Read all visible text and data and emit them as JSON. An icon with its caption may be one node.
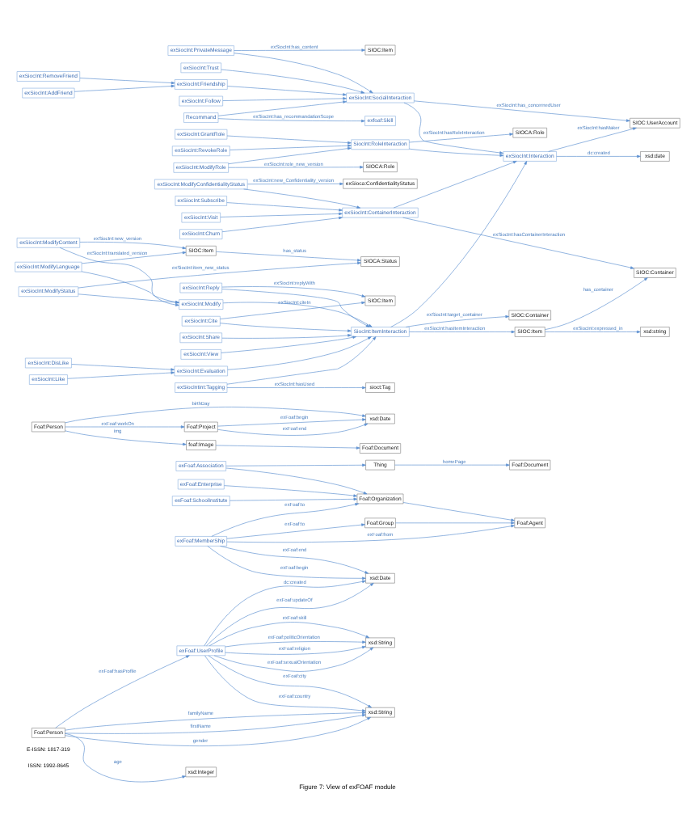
{
  "diagram": {
    "caption": "Figure 7: View of exFOAF module",
    "nodes": [
      {
        "text": [
          "exFoaf:SchoolInstitute"
        ]
      },
      {
        "text": [
          "exFoaf:Enterprise"
        ]
      },
      {
        "text": [
          "exFoaf:Association"
        ]
      },
      {
        "text": [
          "Thing"
        ]
      },
      {
        "text": [
          "xsd:Date"
        ]
      },
      {
        "text": [
          "Foaf:Agent"
        ]
      },
      {
        "text": [
          "Foaf:Organization"
        ]
      },
      {
        "text": [
          "exFoaf:MemberShip"
        ]
      },
      {
        "text": [
          "Foaf:Document"
        ]
      },
      {
        "text": [
          "Foaf:Group"
        ]
      },
      {
        "text": [
          "exFoaf:UserProfile"
        ]
      },
      {
        "text": [
          "Foaf:Person"
        ]
      },
      {
        "text": [
          "Foaf:Project"
        ]
      },
      {
        "text": [
          "Foaf:Person"
        ]
      },
      {
        "text": [
          "foaf:Image"
        ]
      },
      {
        "text": [
          "xsd:Date"
        ]
      },
      {
        "text": [
          "xsd:Integer"
        ]
      },
      {
        "text": [
          "Foaf:Document"
        ]
      },
      {
        "text": [
          "xsd:String"
        ]
      },
      {
        "text": [
          "xsd:String"
        ]
      },
      {
        "text": [
          "SIOC:UserAccount"
        ]
      },
      {
        "text": [
          "xsd:string"
        ]
      },
      {
        "text": [
          "SIOCA:Role"
        ]
      },
      {
        "text": [
          "xsd:date"
        ]
      },
      {
        "text": [
          "exSiocInt:Interaction"
        ]
      },
      {
        "text": [
          "SIOC:Item"
        ]
      },
      {
        "text": [
          "SIOC:Container"
        ]
      },
      {
        "text": [
          "SIOC:Container"
        ]
      },
      {
        "text": [
          "exSiocInt:SocialInteraction"
        ]
      },
      {
        "text": [
          "SiocInt:ItemInteraction"
        ]
      },
      {
        "text": [
          "exSiocInt:ContainerInteraction"
        ]
      },
      {
        "text": [
          "SiocInt:RoleInteraction"
        ]
      },
      {
        "text": [
          "exSiocInt:Friendship"
        ]
      },
      {
        "text": [
          "exSiocInt:RemoveFriend"
        ]
      },
      {
        "text": [
          "exSiocInt:AddFriend"
        ]
      },
      {
        "text": [
          "exSiocInt:PrivateMessage"
        ]
      },
      {
        "text": [
          "SIOC:Item"
        ]
      },
      {
        "text": [
          "exSiocInt:Follow"
        ]
      },
      {
        "text": [
          "exSiocInt:Trust"
        ]
      },
      {
        "text": [
          "Recommand"
        ]
      },
      {
        "text": [
          "exfoaf:Skill"
        ]
      },
      {
        "text": [
          "exSiocInt:Share"
        ]
      },
      {
        "text": [
          "exSiocInt:Cite"
        ]
      },
      {
        "text": [
          "SIOC:Item"
        ]
      },
      {
        "text": [
          "exSiocInt:Reply"
        ]
      },
      {
        "text": [
          "exSiocInt:Evaluation"
        ]
      },
      {
        "text": [
          "exSiocInt:DisLike"
        ]
      },
      {
        "text": [
          "exSiocInt:Like"
        ]
      },
      {
        "text": [
          "sioct:Tag"
        ]
      },
      {
        "text": [
          "exSiocIntint:Tagging"
        ]
      },
      {
        "text": [
          "exSiocInt:View"
        ]
      },
      {
        "text": [
          "exSiocInt:Modify"
        ]
      },
      {
        "text": [
          "exSiocInt:ModifyContent"
        ]
      },
      {
        "text": [
          "exSiocInt:ModifyLanguage"
        ]
      },
      {
        "text": [
          "SIOC:Item"
        ]
      },
      {
        "text": [
          "SIOCA:Status"
        ]
      },
      {
        "text": [
          "exSiocInt:ModifyStatus"
        ]
      },
      {
        "text": [
          "exSiocInt:Subscribe"
        ]
      },
      {
        "text": [
          "exSiocInt:Visit"
        ]
      },
      {
        "text": [
          "exSiocInt:Churn"
        ]
      },
      {
        "text": [
          "exSiocInt:ModifyConfidentialityStatus"
        ]
      },
      {
        "text": [
          "exSioca:ConfidentialityStatus"
        ]
      },
      {
        "text": [
          "exSiocInt:GrantRole"
        ]
      },
      {
        "text": [
          "exSiocInt:RevokeRole"
        ]
      },
      {
        "text": [
          "exSiocInt:ModifyRole"
        ]
      },
      {
        "text": [
          "SIOCA:Role"
        ]
      }
    ],
    "edges": [
      {
        "from": 0,
        "to": 6,
        "arrow": "to"
      },
      {
        "from": 1,
        "to": 6,
        "arrow": "to"
      },
      {
        "from": 2,
        "to": 6,
        "arrow": "to"
      },
      {
        "from": 2,
        "to": 3,
        "arrow": "to"
      },
      {
        "from": 6,
        "to": 5,
        "arrow": "to"
      },
      {
        "from": 9,
        "to": 5,
        "arrow": "to"
      },
      {
        "from": 3,
        "to": 8,
        "arrow": "to",
        "label": "homePage"
      },
      {
        "from": 7,
        "to": 4,
        "arrow": "to",
        "label": "exFoaf:end"
      },
      {
        "from": 7,
        "to": 4,
        "arrow": "to",
        "label": "exFoaf:begin"
      },
      {
        "from": 7,
        "to": 5,
        "arrow": "to",
        "label": "exFoaf:from"
      },
      {
        "from": 7,
        "to": 6,
        "arrow": "to",
        "label": "exFoaf:to"
      },
      {
        "from": 7,
        "to": 9,
        "arrow": "to",
        "label": "exFoaf:to"
      },
      {
        "from": 10,
        "to": 4,
        "arrow": "to",
        "label": "dc:created"
      },
      {
        "from": 10,
        "to": 4,
        "arrow": "to",
        "label": "exFoaf:updateOf"
      },
      {
        "from": 13,
        "to": 10,
        "arrow": "to",
        "label": "exFoaf:hasProfile"
      },
      {
        "from": 10,
        "to": 18,
        "arrow": "to",
        "label": "exFoaf:city"
      },
      {
        "from": 10,
        "to": 18,
        "arrow": "to",
        "label": "exFoaf:country"
      },
      {
        "from": 13,
        "to": 18,
        "arrow": "to",
        "label": "familyName"
      },
      {
        "from": 13,
        "to": 18,
        "arrow": "to",
        "label": "firstName"
      },
      {
        "from": 13,
        "to": 18,
        "arrow": "to",
        "label": "gender"
      },
      {
        "from": 13,
        "to": 16,
        "arrow": "to",
        "label": "age"
      },
      {
        "from": 10,
        "to": 19,
        "arrow": "to",
        "label": "exFoaf:sexualOrientation"
      },
      {
        "from": 10,
        "to": 19,
        "arrow": "to",
        "label": "exFoaf:skill"
      },
      {
        "from": 10,
        "to": 19,
        "arrow": "to",
        "label": "exFoaf:politicOrientation"
      },
      {
        "from": 10,
        "to": 19,
        "arrow": "to",
        "label": "exFoaf:religion"
      },
      {
        "from": 11,
        "to": 12,
        "arrow": "to",
        "label": "exFoaf:workOn"
      },
      {
        "from": 11,
        "to": 15,
        "arrow": "to",
        "label": "birthDay"
      },
      {
        "from": 11,
        "to": 14,
        "arrow": "to",
        "label": "img"
      },
      {
        "from": 14,
        "to": 17,
        "arrow": "to"
      },
      {
        "from": 12,
        "to": 15,
        "arrow": "to",
        "label": "exFoaf:begin"
      },
      {
        "from": 12,
        "to": 15,
        "arrow": "to",
        "label": "exFoaf:end"
      },
      {
        "from": 28,
        "to": 20,
        "arrow": "to",
        "label": "exSiocInt:has_concernedUser"
      },
      {
        "from": 24,
        "to": 20,
        "arrow": "to",
        "label": "exSiocInt:hasMaker"
      },
      {
        "from": 24,
        "to": 23,
        "arrow": "to",
        "label": "dc:created"
      },
      {
        "from": 25,
        "to": 21,
        "arrow": "to",
        "label": "exSiocInt:expressed_in"
      },
      {
        "from": 25,
        "to": 26,
        "arrow": "to",
        "label": "has_container"
      },
      {
        "from": 29,
        "to": 25,
        "arrow": "to",
        "label": "exSiocInt:hasItemInteraction"
      },
      {
        "from": 30,
        "to": 26,
        "arrow": "to",
        "label": "exSiocInt:hasContainerInteraction"
      },
      {
        "from": 31,
        "to": 22,
        "arrow": "to",
        "label": "exSiocInt:hasRoleInteraction"
      },
      {
        "from": 28,
        "to": 24,
        "arrow": "to"
      },
      {
        "from": 29,
        "to": 24,
        "arrow": "to"
      },
      {
        "from": 30,
        "to": 24,
        "arrow": "to"
      },
      {
        "from": 31,
        "to": 24,
        "arrow": "to"
      },
      {
        "from": 29,
        "to": 27,
        "arrow": "to",
        "label": "exSiocInt:target_container"
      },
      {
        "from": 33,
        "to": 32,
        "arrow": "to"
      },
      {
        "from": 34,
        "to": 32,
        "arrow": "to"
      },
      {
        "from": 32,
        "to": 28,
        "arrow": "to"
      },
      {
        "from": 35,
        "to": 28,
        "arrow": "to"
      },
      {
        "from": 37,
        "to": 28,
        "arrow": "to"
      },
      {
        "from": 38,
        "to": 28,
        "arrow": "to"
      },
      {
        "from": 39,
        "to": 28,
        "arrow": "to"
      },
      {
        "from": 35,
        "to": 36,
        "arrow": "to",
        "label": "exSiocInt:has_content"
      },
      {
        "from": 39,
        "to": 40,
        "arrow": "to",
        "label": "exSiocInt:has_recommandationScope"
      },
      {
        "from": 41,
        "to": 29,
        "arrow": "to"
      },
      {
        "from": 42,
        "to": 29,
        "arrow": "to"
      },
      {
        "from": 44,
        "to": 29,
        "arrow": "to"
      },
      {
        "from": 45,
        "to": 29,
        "arrow": "to"
      },
      {
        "from": 49,
        "to": 29,
        "arrow": "to"
      },
      {
        "from": 50,
        "to": 29,
        "arrow": "to"
      },
      {
        "from": 51,
        "to": 29,
        "arrow": "to"
      },
      {
        "from": 42,
        "to": 43,
        "arrow": "to",
        "label": "exSiocInt:citeIn"
      },
      {
        "from": 44,
        "to": 43,
        "arrow": "to",
        "label": "exSiocInt:replyWith"
      },
      {
        "from": 46,
        "to": 45,
        "arrow": "to"
      },
      {
        "from": 47,
        "to": 45,
        "arrow": "to"
      },
      {
        "from": 49,
        "to": 48,
        "arrow": "to",
        "label": "exSiocInt:hasUsed"
      },
      {
        "from": 52,
        "to": 51,
        "arrow": "to"
      },
      {
        "from": 53,
        "to": 51,
        "arrow": "to"
      },
      {
        "from": 56,
        "to": 51,
        "arrow": "to"
      },
      {
        "from": 53,
        "to": 54,
        "arrow": "to",
        "label": "exSiocInt:translated_version"
      },
      {
        "from": 52,
        "to": 54,
        "arrow": "to",
        "label": "exSiocInt:new_version"
      },
      {
        "from": 54,
        "to": 55,
        "arrow": "to",
        "label": "has_status"
      },
      {
        "from": 56,
        "to": 55,
        "arrow": "to",
        "label": "exSiocInt:item_new_status"
      },
      {
        "from": 57,
        "to": 30,
        "arrow": "to"
      },
      {
        "from": 58,
        "to": 30,
        "arrow": "to"
      },
      {
        "from": 59,
        "to": 30,
        "arrow": "to"
      },
      {
        "from": 60,
        "to": 30,
        "arrow": "to"
      },
      {
        "from": 60,
        "to": 61,
        "arrow": "to",
        "label": "exSiocInt:new_Confidentiality_version"
      },
      {
        "from": 62,
        "to": 31,
        "arrow": "to"
      },
      {
        "from": 63,
        "to": 31,
        "arrow": "to"
      },
      {
        "from": 64,
        "to": 31,
        "arrow": "to"
      },
      {
        "from": 64,
        "to": 65,
        "arrow": "to",
        "label": "exSiocInt:role_new_version"
      }
    ],
    "labels": [
      "ISSN: 1992-8645",
      "E-ISSN: 1817-319"
    ]
  }
}
